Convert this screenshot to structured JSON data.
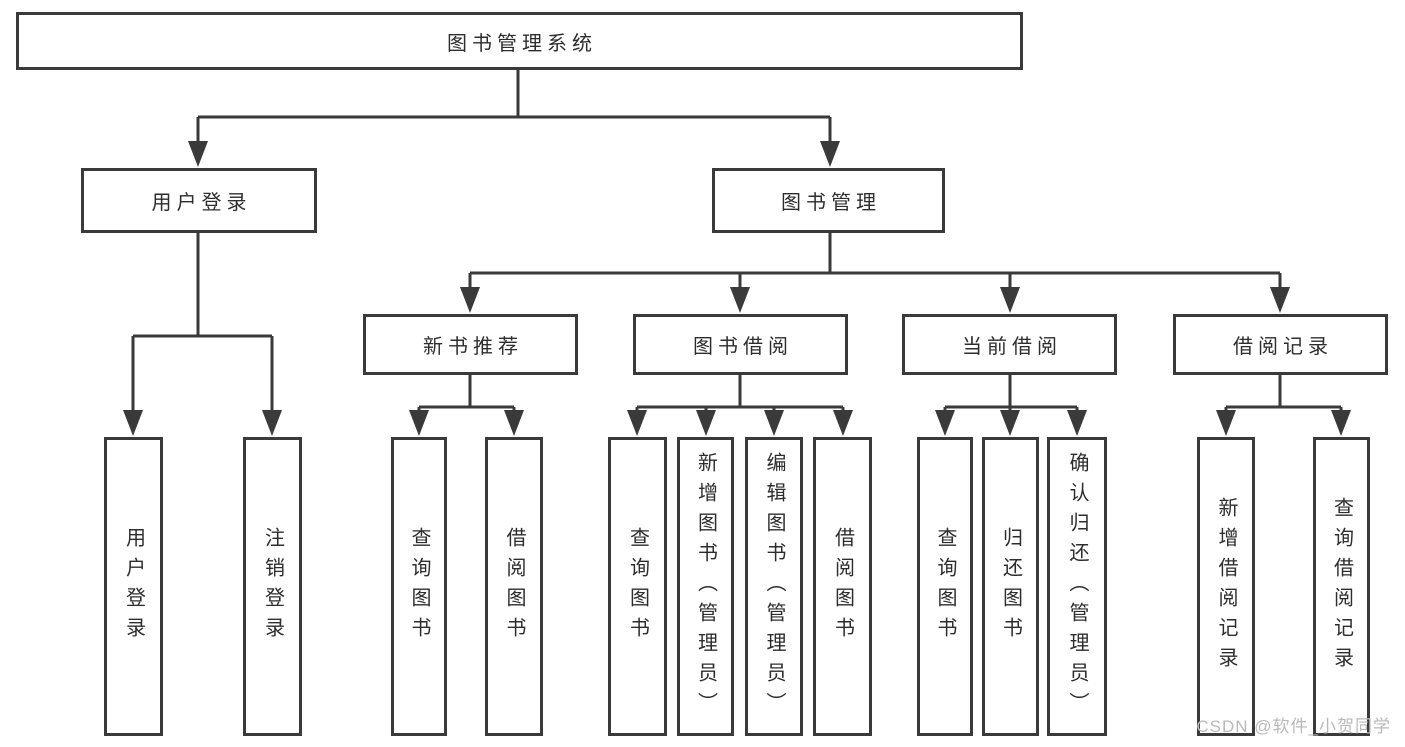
{
  "diagram_title": "图书管理系统",
  "hierarchy": {
    "label": "图书管理系统",
    "children": [
      {
        "label": "用户登录",
        "children": [
          {
            "label": "用户登录"
          },
          {
            "label": "注销登录"
          }
        ]
      },
      {
        "label": "图书管理",
        "children": [
          {
            "label": "新书推荐",
            "children": [
              {
                "label": "查询图书"
              },
              {
                "label": "借阅图书"
              }
            ]
          },
          {
            "label": "图书借阅",
            "children": [
              {
                "label": "查询图书"
              },
              {
                "label": "新增图书（管理员）"
              },
              {
                "label": "编辑图书（管理员）"
              },
              {
                "label": "借阅图书"
              }
            ]
          },
          {
            "label": "当前借阅",
            "children": [
              {
                "label": "查询图书"
              },
              {
                "label": "归还图书"
              },
              {
                "label": "确认归还（管理员）"
              }
            ]
          },
          {
            "label": "借阅记录",
            "children": [
              {
                "label": "新增借阅记录"
              },
              {
                "label": "查询借阅记录"
              }
            ]
          }
        ]
      }
    ]
  },
  "watermark": "CSDN @软件_小贺同学",
  "colors": {
    "line": "#3a3a3a",
    "text": "#2d2d2d",
    "background": "#ffffff",
    "watermark": "#b9b9b9"
  }
}
